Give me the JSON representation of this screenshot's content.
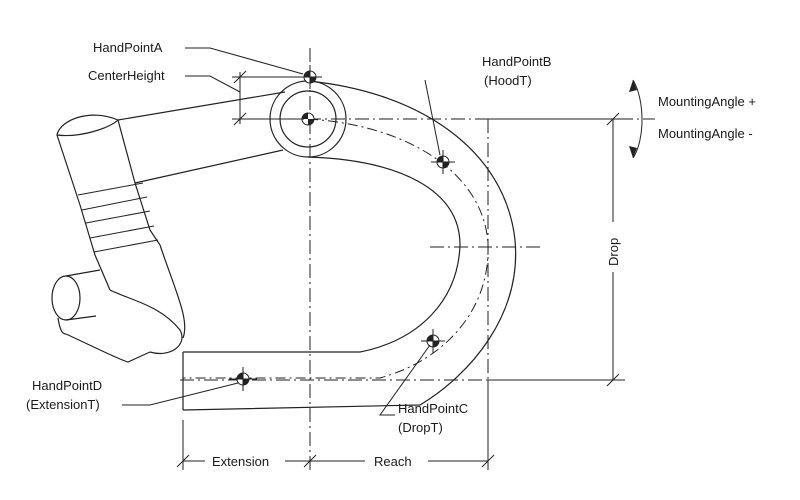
{
  "labels": {
    "hand_point_a": "HandPointA",
    "center_height": "CenterHeight",
    "hand_point_b": "HandPointB",
    "hood_t": "(HoodT)",
    "mounting_angle_plus": "MountingAngle +",
    "mounting_angle_minus": "MountingAngle -",
    "drop": "Drop",
    "hand_point_d": "HandPointD",
    "extension_t": "(ExtensionT)",
    "hand_point_c": "HandPointC",
    "drop_t": "(DropT)",
    "extension": "Extension",
    "reach": "Reach"
  }
}
